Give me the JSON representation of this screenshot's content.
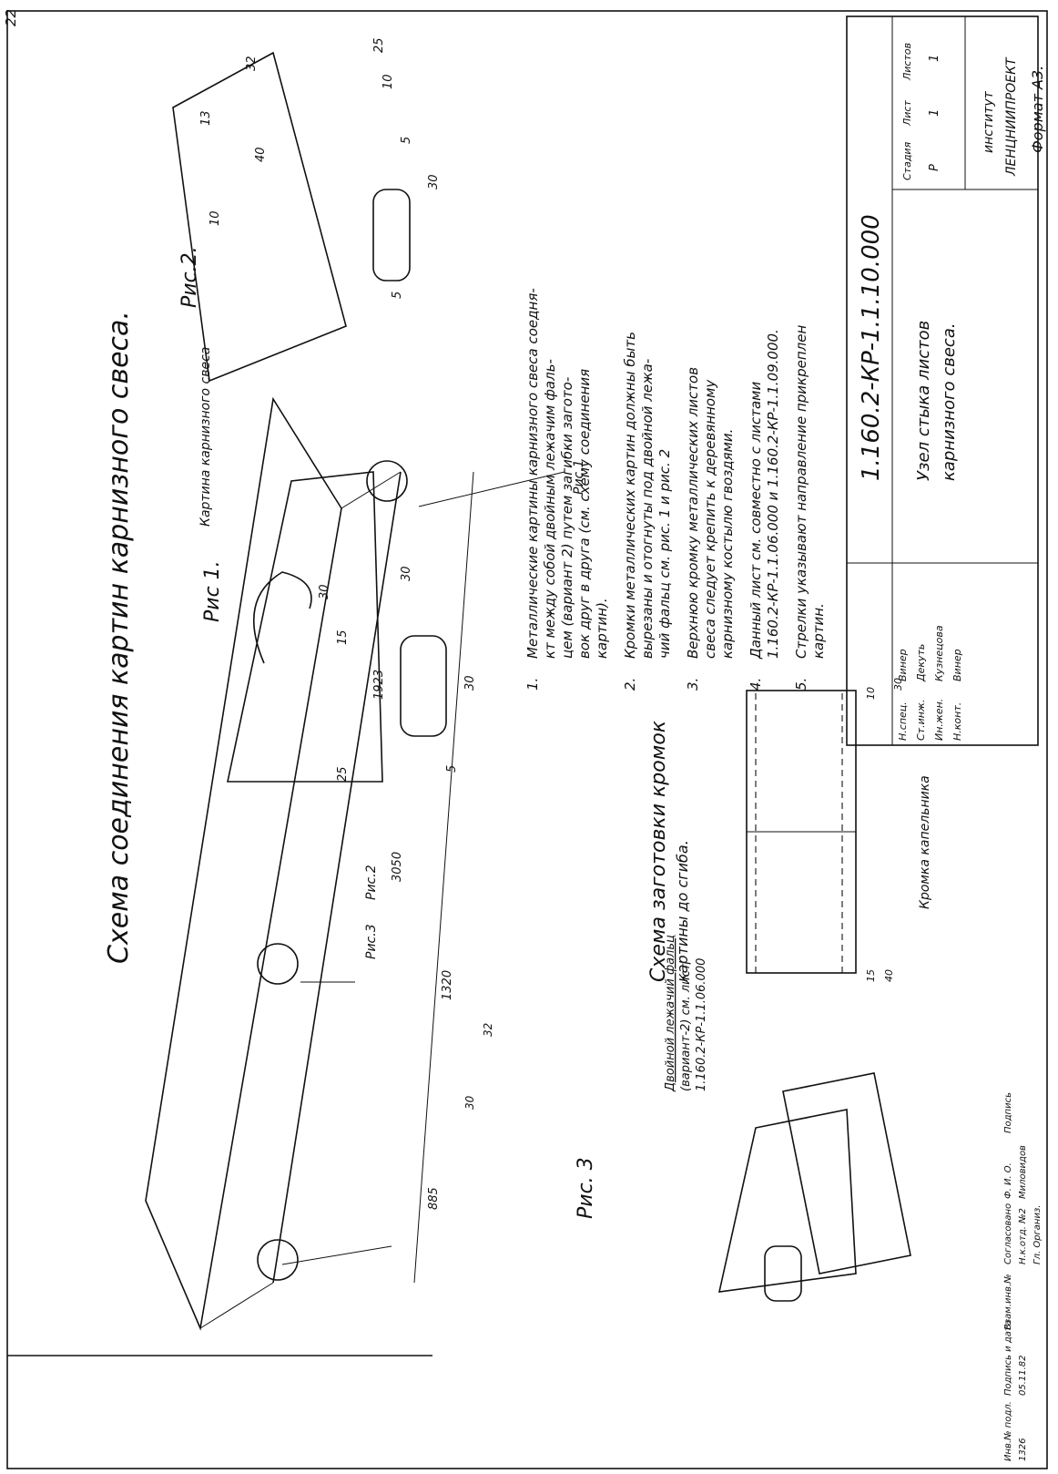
{
  "page_number": "22",
  "title": "Схема соединения картин карнизного свеса.",
  "figures": {
    "fig1": "Рис 1.",
    "fig2": "Рис.2.",
    "fig3": "Рис. 3"
  },
  "plan": {
    "label_sheet": "Картина карнизного свеса",
    "callout_fig1": "Рис.1",
    "callout_fig2": "Рис.2",
    "callout_fig3": "Рис.3",
    "dim_total": "3050",
    "dim_a": "1923",
    "dim_b": "1320",
    "dim_c": "885",
    "dim_d": "32",
    "dim_e": "30"
  },
  "fig1_dims": {
    "d1": "30",
    "d2": "15",
    "d3": "30",
    "d4": "5",
    "d5": "30",
    "d6": "5",
    "d7": "25"
  },
  "fig2_dims": {
    "d1": "32",
    "d2": "25",
    "d3": "10",
    "d4": "13",
    "d5": "40",
    "d6": "5",
    "d7": "30",
    "d8": "5",
    "d9": "10"
  },
  "fig3_note": {
    "line1": "Двойной лежачий фальц",
    "line2": "(вариант-2) см. лист",
    "line3": "1.160.2-КР-1.1.06.000"
  },
  "scheme": {
    "title1": "Схема заготовки кромок",
    "title2": "картины до сгиба.",
    "edge_label": "Кромка капельника",
    "dim_top": "10",
    "dim_top2": "30",
    "dim_bottom": "15",
    "dim_bottom2": "40"
  },
  "notes": [
    {
      "num": "1.",
      "lines": [
        "Металлические картины карнизного свеса соедня-",
        "кт между собой двойным лежачим фаль-",
        "цем (вариант 2) путем загибки загото-",
        "вок друг в друга (см. схему соединения",
        "картин)."
      ]
    },
    {
      "num": "2.",
      "lines": [
        "Кромки металлических картин должны быть",
        "вырезаны и отогнуты под двойной лежа-",
        "чий фальц см. рис. 1 и рис. 2"
      ]
    },
    {
      "num": "3.",
      "lines": [
        "Верхнюю кромку металлических листов",
        "свеса следует крепить к деревянному",
        "карнизному костылю гвоздями."
      ]
    },
    {
      "num": "4.",
      "lines": [
        "Данный лист см. совместно с листами",
        "1.160.2-КР-1.1.06.000 и 1.160.2-КР-1.1.09.000."
      ]
    },
    {
      "num": "5.",
      "lines": [
        "Стрелки указывают направление прикреплен",
        "картин."
      ]
    }
  ],
  "stamp": {
    "designation": "1.160.2-КР-1.1.10.000",
    "name_line1": "Узел стыка листов",
    "name_line2": "карнизного свеса.",
    "stage_header": "Стадия",
    "sheet_header": "Лист",
    "sheets_header": "Листов",
    "stage": "Р",
    "sheet": "1",
    "sheets": "1",
    "institute1": "институт",
    "institute2": "ЛЕНЦНИИПРОЕКТ",
    "roles": [
      "Н.спец.",
      "Ст.инж.",
      "Ин.жен.",
      "Н.конт."
    ],
    "names": [
      "Винер",
      "Декуть",
      "Кузнецова",
      "Винер"
    ]
  },
  "format": "Формат А3.",
  "side_stamp": {
    "row1": [
      "Инв.№ подл.",
      "Подпись и дата",
      "Взам.инв.№",
      "Согласовано",
      "Ф. И. О.",
      "Подпись"
    ],
    "row2": [
      "1326",
      "05.11.82",
      "",
      "Н.к.отд. №2",
      "Миловидов",
      ""
    ],
    "row3": [
      "",
      "",
      "",
      "Гл. Организ.",
      "",
      ""
    ]
  }
}
